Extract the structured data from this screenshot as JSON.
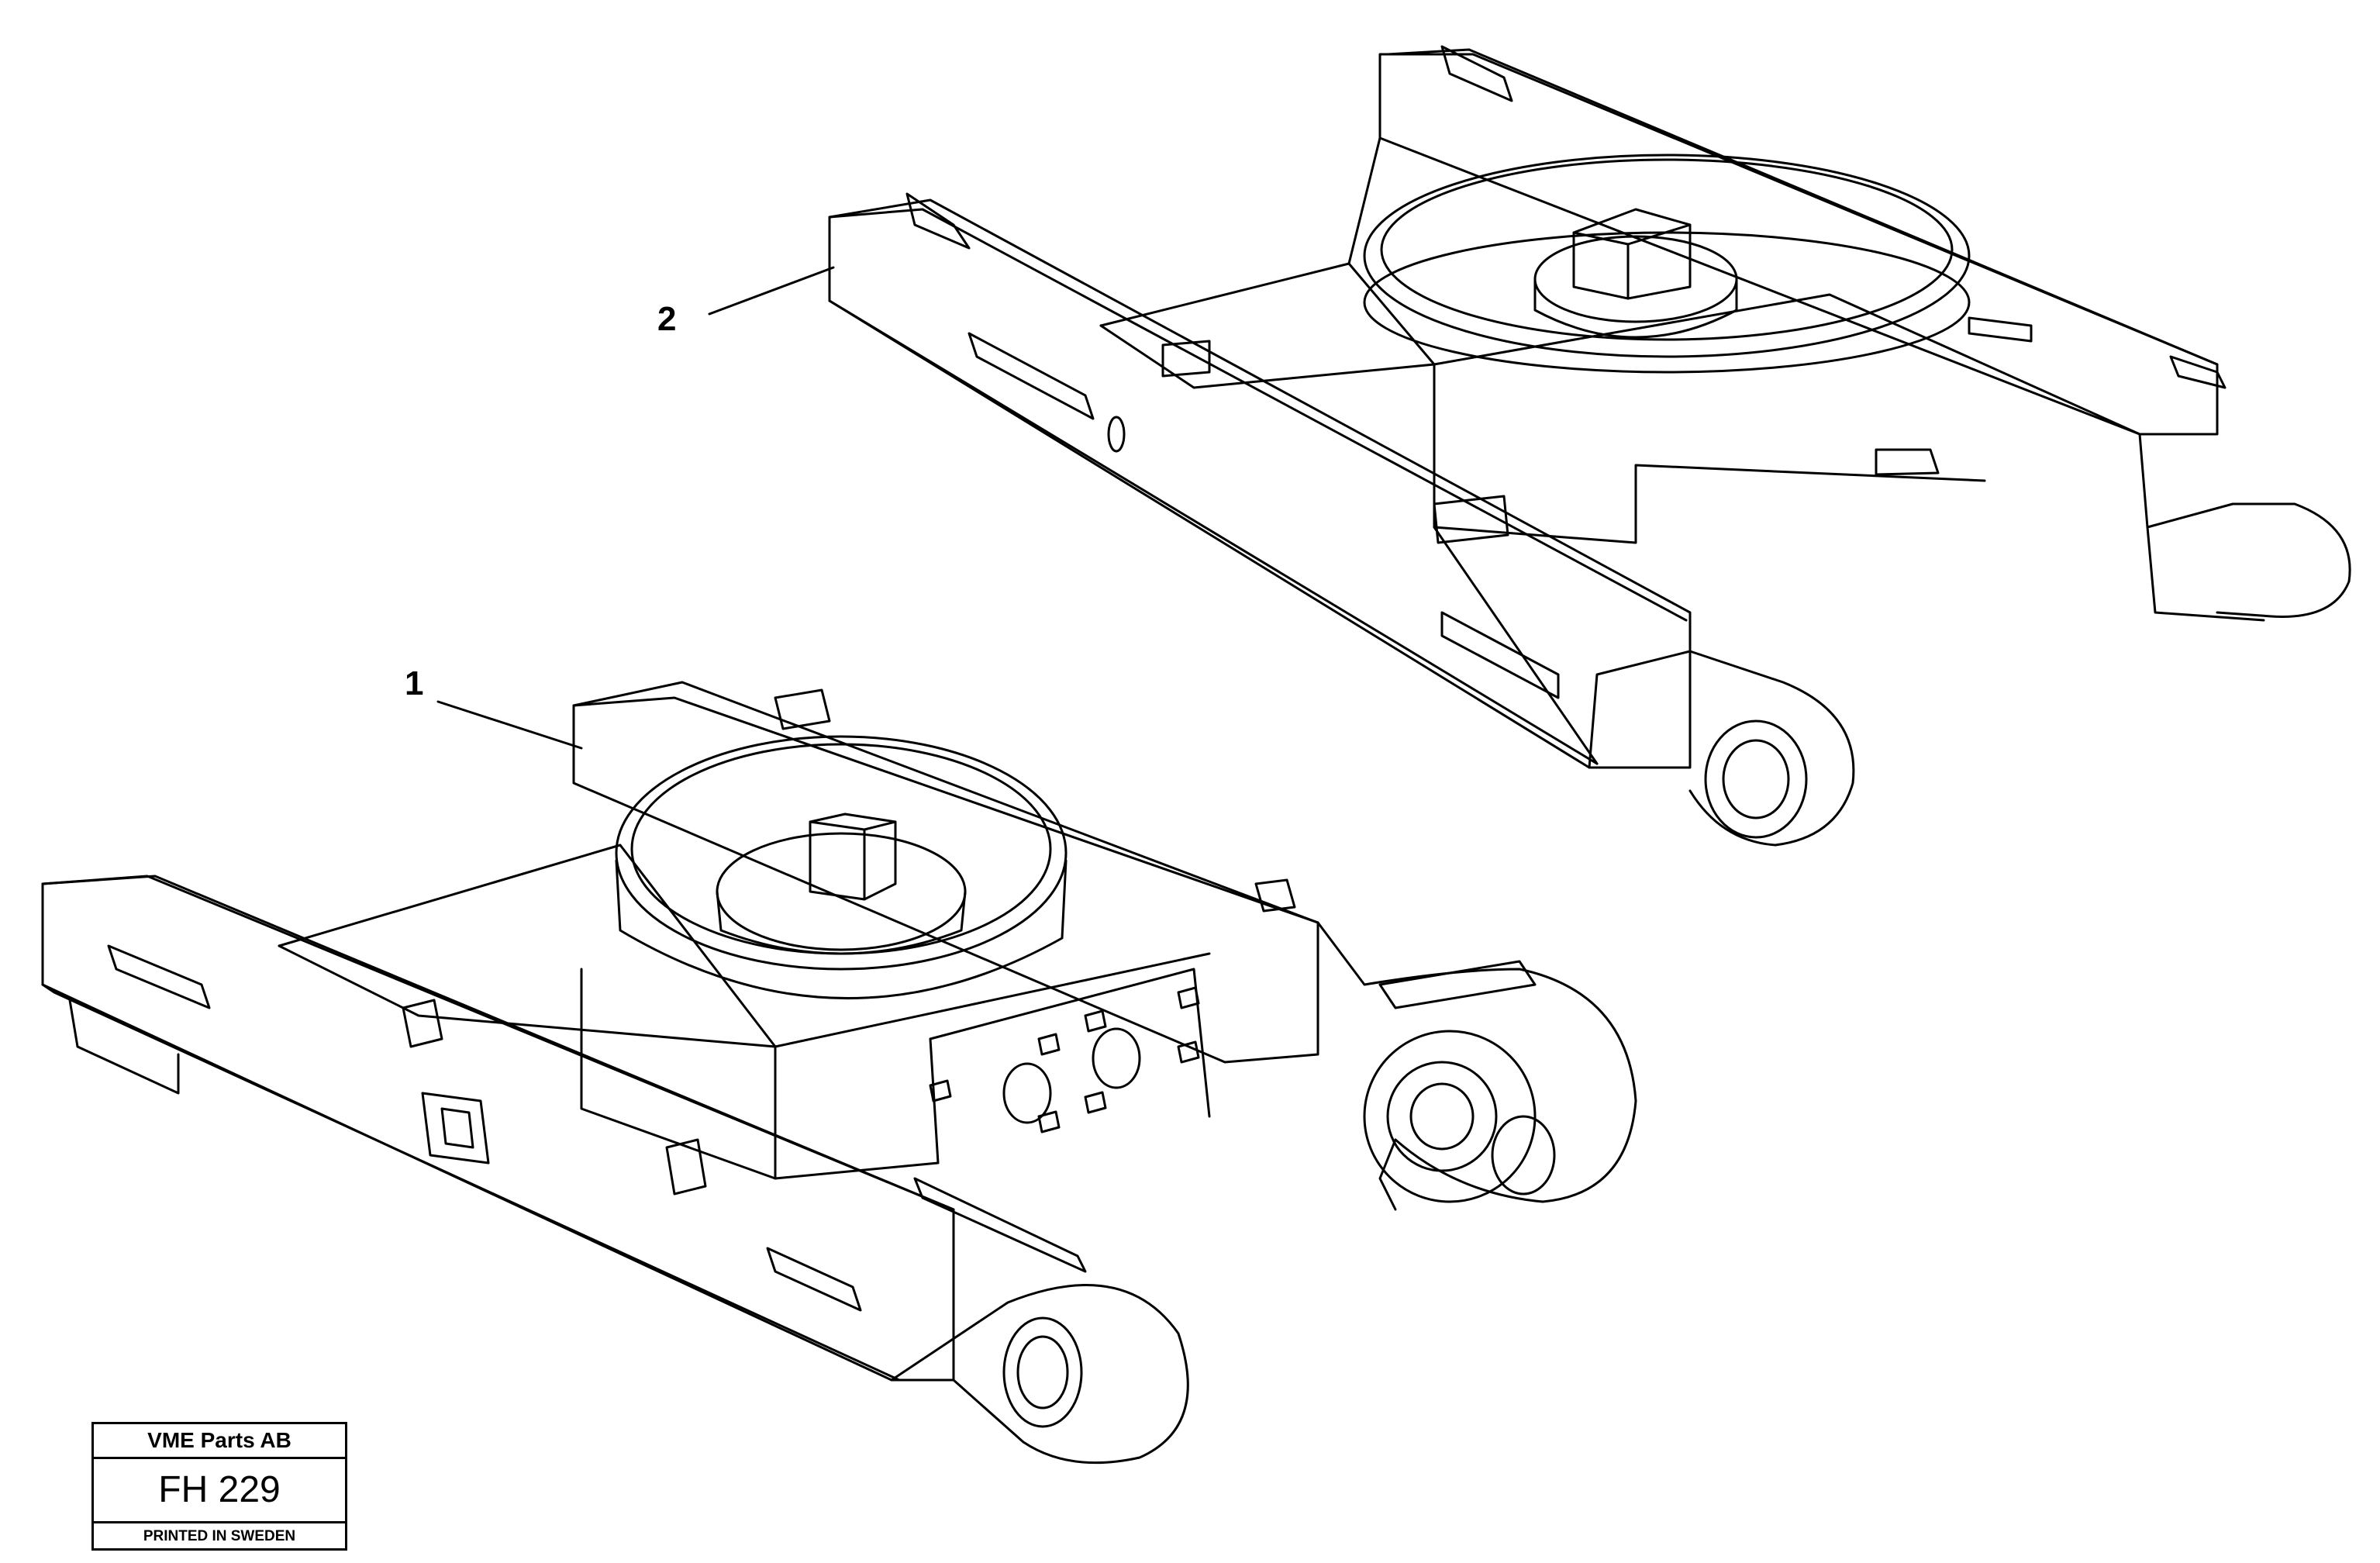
{
  "callouts": {
    "part_1": "1",
    "part_2": "2"
  },
  "stamp": {
    "company": "VME Parts AB",
    "code": "FH 229",
    "printed": "PRINTED IN SWEDEN"
  },
  "colors": {
    "line": "#000000",
    "background": "#ffffff"
  }
}
